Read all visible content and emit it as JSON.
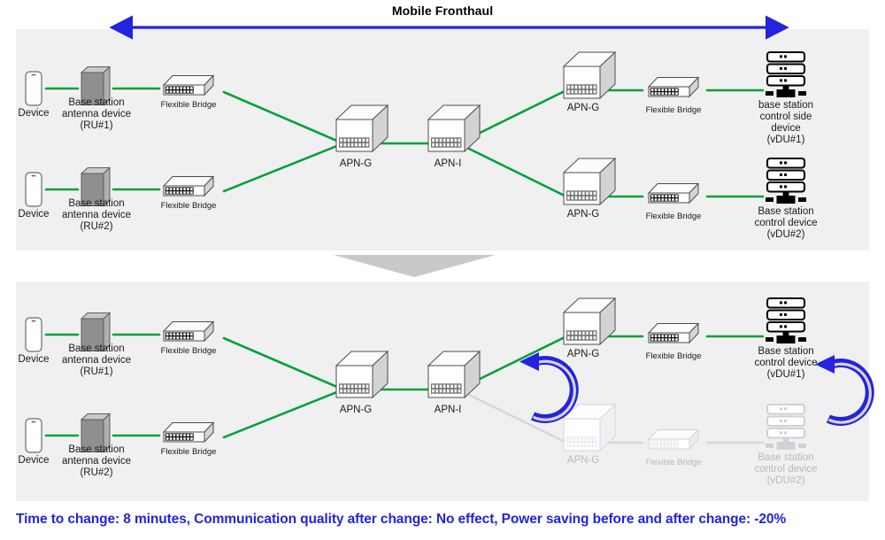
{
  "header": {
    "title": "Mobile Fronthaul",
    "arrow_color": "#2323e0",
    "arrow_name": "mobile-fronthaul-double-arrow"
  },
  "caption": {
    "text": "Time to change: 8 minutes, Communication quality after change: No effect, Power saving before and after change: -20%",
    "color": "#2323e0"
  },
  "colors": {
    "link_active": "#00a13a",
    "link_inactive": "#d8d8dc",
    "panel_bg": "#f0f0f0",
    "accent_blue": "#2323e0",
    "transition_arrow": "#c8c8c8",
    "device_grey": "#8c8c8c",
    "faded": "#c9c9cf"
  },
  "panels": [
    {
      "id": "before",
      "name": "before-change-panel",
      "nodes": [
        {
          "id": "dev1",
          "icon": "mobile-device-icon",
          "label": "Device",
          "state": "active"
        },
        {
          "id": "ru1",
          "icon": "base-station-antenna-icon",
          "label": "Base station\nantenna device\n(RU#1)",
          "state": "active"
        },
        {
          "id": "fb1",
          "icon": "flexible-bridge-switch-icon",
          "label": "Flexible Bridge",
          "state": "active"
        },
        {
          "id": "dev2",
          "icon": "mobile-device-icon",
          "label": "Device",
          "state": "active"
        },
        {
          "id": "ru2",
          "icon": "base-station-antenna-icon",
          "label": "Base station\nantenna device\n(RU#2)",
          "state": "active"
        },
        {
          "id": "fb2",
          "icon": "flexible-bridge-switch-icon",
          "label": "Flexible Bridge",
          "state": "active"
        },
        {
          "id": "apng0",
          "icon": "apn-gateway-icon",
          "label": "APN-G",
          "state": "active"
        },
        {
          "id": "apni0",
          "icon": "apn-interconnect-icon",
          "label": "APN-I",
          "state": "active"
        },
        {
          "id": "apng1",
          "icon": "apn-gateway-icon",
          "label": "APN-G",
          "state": "active"
        },
        {
          "id": "fb3",
          "icon": "flexible-bridge-switch-icon",
          "label": "Flexible Bridge",
          "state": "active"
        },
        {
          "id": "vdu1",
          "icon": "server-rack-icon",
          "label": "base station\ncontrol side\ndevice\n(vDU#1)",
          "state": "active"
        },
        {
          "id": "apng2",
          "icon": "apn-gateway-icon",
          "label": "APN-G",
          "state": "active"
        },
        {
          "id": "fb4",
          "icon": "flexible-bridge-switch-icon",
          "label": "Flexible Bridge",
          "state": "active"
        },
        {
          "id": "vdu2",
          "icon": "server-rack-icon",
          "label": "Base station\ncontrol device\n(vDU#2)",
          "state": "active"
        }
      ]
    },
    {
      "id": "after",
      "name": "after-change-panel",
      "nodes": [
        {
          "id": "bdev1",
          "icon": "mobile-device-icon",
          "label": "Device",
          "state": "active"
        },
        {
          "id": "bru1",
          "icon": "base-station-antenna-icon",
          "label": "Base station\nantenna device\n(RU#1)",
          "state": "active"
        },
        {
          "id": "bfb1",
          "icon": "flexible-bridge-switch-icon",
          "label": "Flexible Bridge",
          "state": "active"
        },
        {
          "id": "bdev2",
          "icon": "mobile-device-icon",
          "label": "Device",
          "state": "active"
        },
        {
          "id": "bru2",
          "icon": "base-station-antenna-icon",
          "label": "Base station\nantenna device\n(RU#2)",
          "state": "active"
        },
        {
          "id": "bfb2",
          "icon": "flexible-bridge-switch-icon",
          "label": "Flexible Bridge",
          "state": "active"
        },
        {
          "id": "bapng0",
          "icon": "apn-gateway-icon",
          "label": "APN-G",
          "state": "active"
        },
        {
          "id": "bapni0",
          "icon": "apn-interconnect-icon",
          "label": "APN-I",
          "state": "active"
        },
        {
          "id": "bapng1",
          "icon": "apn-gateway-icon",
          "label": "APN-G",
          "state": "active"
        },
        {
          "id": "bfb3",
          "icon": "flexible-bridge-switch-icon",
          "label": "Flexible Bridge",
          "state": "active"
        },
        {
          "id": "bvdu1",
          "icon": "server-rack-icon",
          "label": "Base station\ncontrol device\n(vDU#1)",
          "state": "active"
        },
        {
          "id": "bapng2",
          "icon": "apn-gateway-icon",
          "label": "APN-G",
          "state": "inactive"
        },
        {
          "id": "bfb4",
          "icon": "flexible-bridge-switch-icon",
          "label": "Flexible Bridge",
          "state": "inactive"
        },
        {
          "id": "bvdu2",
          "icon": "server-rack-icon",
          "label": "Base station\ncontrol device\n(vDU#2)",
          "state": "inactive"
        }
      ],
      "annotations": [
        {
          "id": "sw-left",
          "name": "switchover-arrow-left",
          "kind": "curved-arrow-up",
          "color": "#2323e0"
        },
        {
          "id": "sw-right",
          "name": "switchover-arrow-right",
          "kind": "curved-arrow-up",
          "color": "#2323e0"
        }
      ]
    }
  ],
  "transition": {
    "name": "panel-transition-down-arrow",
    "direction": "down",
    "color": "#c8c8c8"
  }
}
